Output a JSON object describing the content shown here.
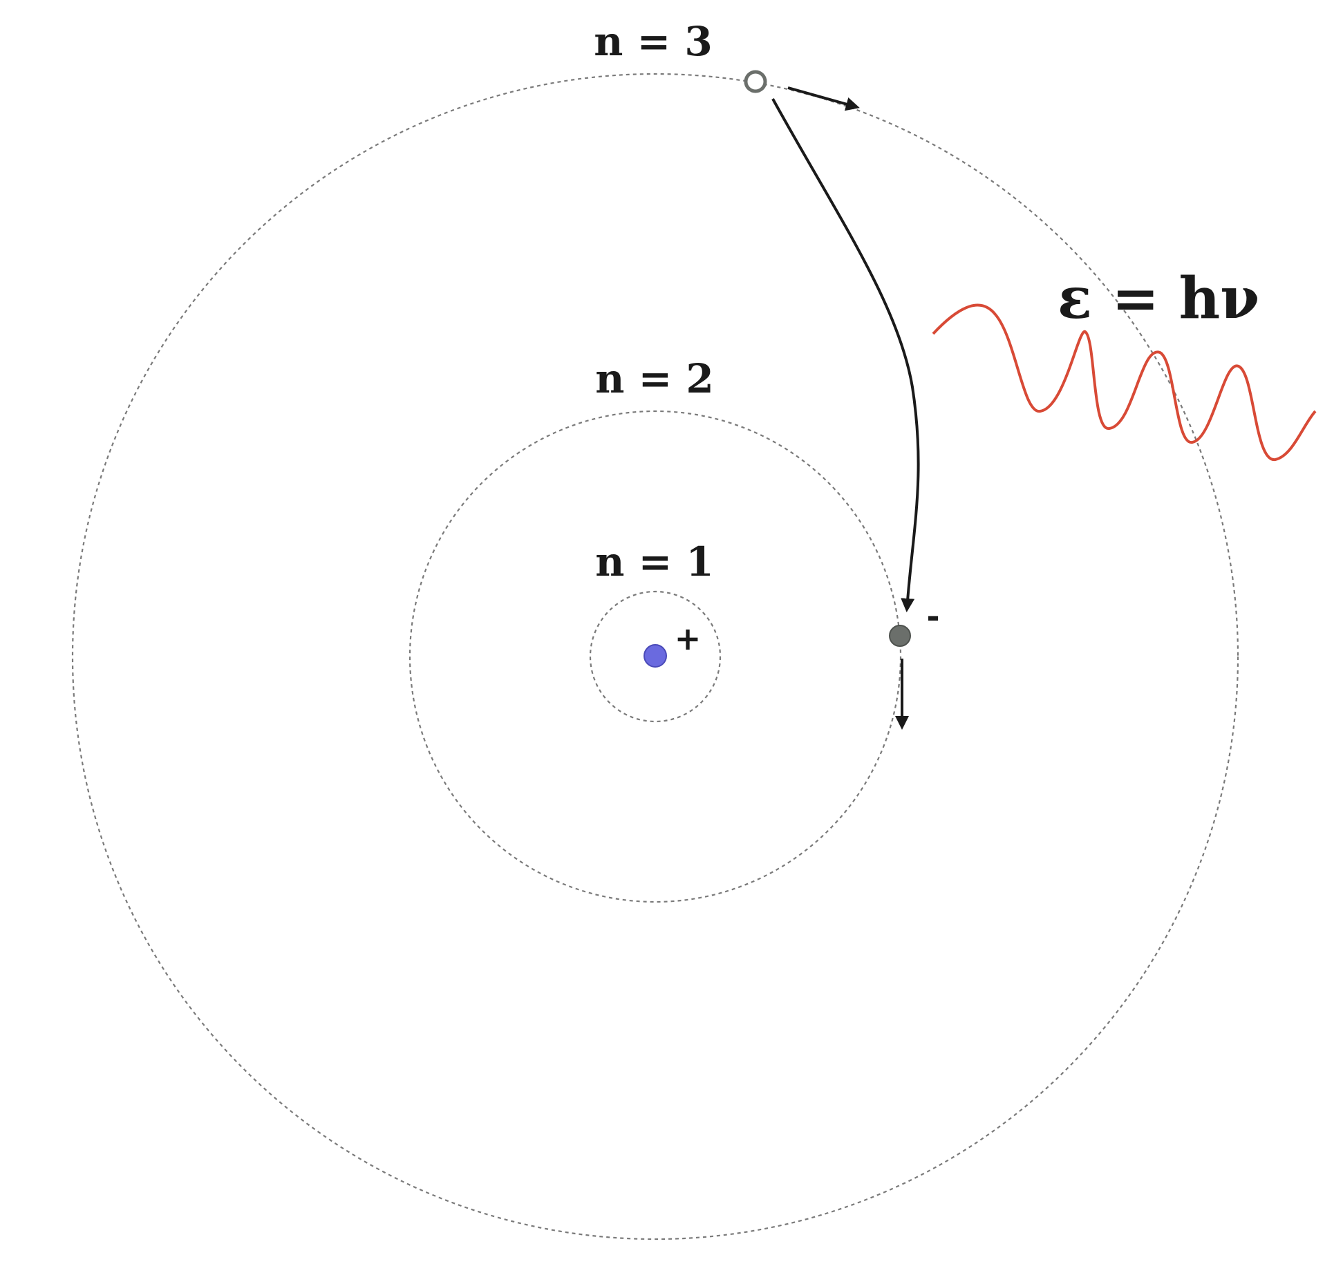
{
  "orbits": [
    {
      "n": 1,
      "label": "n = 1"
    },
    {
      "n": 2,
      "label": "n = 2"
    },
    {
      "n": 3,
      "label": "n = 3"
    }
  ],
  "nucleus": {
    "charge_label": "+",
    "color": "#6a6adf"
  },
  "electron": {
    "charge_label": "-",
    "color": "#6b6f6b"
  },
  "photon": {
    "equation": "ε = hν",
    "wave_color": "#d84a36"
  }
}
